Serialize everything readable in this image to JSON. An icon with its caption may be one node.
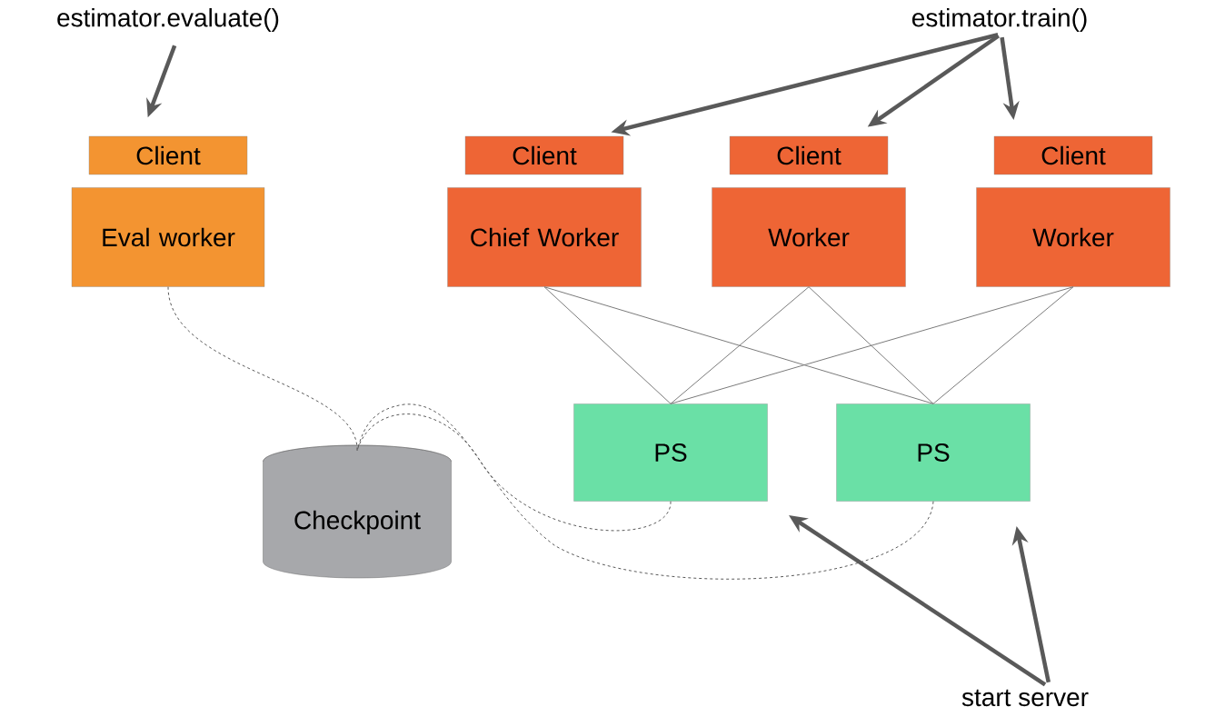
{
  "diagram": {
    "nodes": [
      {
        "text": [
          "estimator.evaluate()"
        ]
      },
      {
        "text": [
          "estimator.train()"
        ]
      },
      {
        "text": [
          "Client"
        ]
      },
      {
        "text": [
          "Eval worker"
        ]
      },
      {
        "text": [
          "Client"
        ]
      },
      {
        "text": [
          "Chief Worker"
        ]
      },
      {
        "text": [
          "Client"
        ]
      },
      {
        "text": [
          "Worker"
        ]
      },
      {
        "text": [
          "Client"
        ]
      },
      {
        "text": [
          "Worker"
        ]
      },
      {
        "text": [
          "PS"
        ]
      },
      {
        "text": [
          "PS"
        ]
      },
      {
        "text": [
          "Checkpoint"
        ]
      },
      {
        "text": [
          "start server"
        ]
      }
    ],
    "edges": [
      {
        "from": 0,
        "to": 2,
        "arrow": "to",
        "style": "thick"
      },
      {
        "from": 1,
        "to": 4,
        "arrow": "to",
        "style": "thick"
      },
      {
        "from": 1,
        "to": 6,
        "arrow": "to",
        "style": "thick"
      },
      {
        "from": 1,
        "to": 8,
        "arrow": "to",
        "style": "thick"
      },
      {
        "from": 5,
        "to": 10,
        "arrow": "none"
      },
      {
        "from": 5,
        "to": 11,
        "arrow": "none"
      },
      {
        "from": 7,
        "to": 10,
        "arrow": "none"
      },
      {
        "from": 7,
        "to": 11,
        "arrow": "none"
      },
      {
        "from": 9,
        "to": 10,
        "arrow": "none"
      },
      {
        "from": 9,
        "to": 11,
        "arrow": "none"
      },
      {
        "from": 3,
        "to": 12,
        "arrow": "none",
        "style": "dashed"
      },
      {
        "from": 10,
        "to": 12,
        "arrow": "none",
        "style": "dashed"
      },
      {
        "from": 11,
        "to": 12,
        "arrow": "none",
        "style": "dashed"
      },
      {
        "from": 13,
        "to": 10,
        "arrow": "to",
        "style": "thick"
      },
      {
        "from": 13,
        "to": 11,
        "arrow": "to",
        "style": "thick"
      }
    ]
  }
}
